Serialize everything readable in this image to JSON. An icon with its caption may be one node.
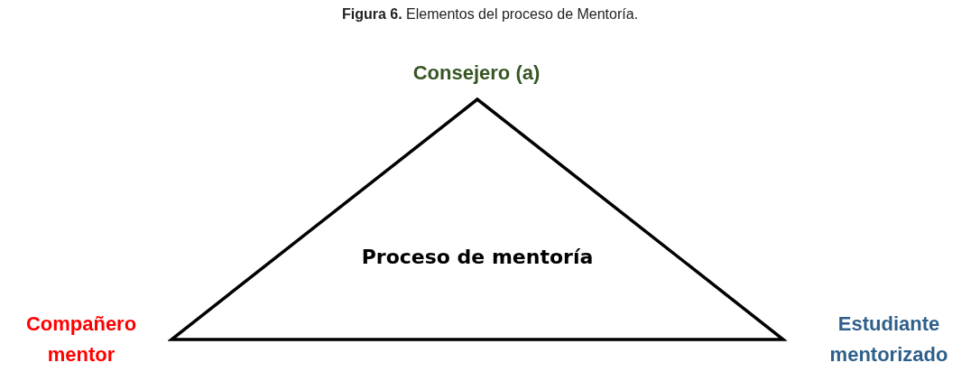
{
  "diagram": {
    "title": "**Figura 6.** Elementos del proceso de Mentoría.",
    "nodes": [
      {
        "text": [
          "Proceso de mentoría"
        ]
      },
      {
        "text": [
          "Consejero (a)"
        ]
      },
      {
        "text": [
          "Compañero mentor"
        ]
      },
      {
        "text": [
          "Estudiante mentorizado"
        ]
      }
    ]
  }
}
